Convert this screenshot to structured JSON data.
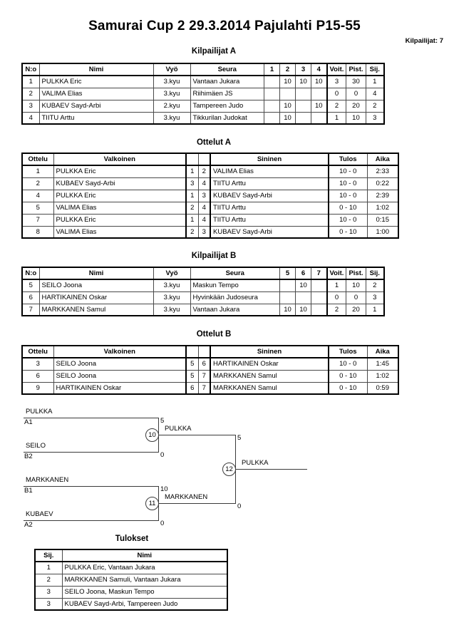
{
  "header": {
    "title": "Samurai Cup 2  29.3.2014  Pajulahti   P15-55",
    "entrant_count_label": "Kilpailijat: 7"
  },
  "pools": [
    {
      "heading": "Kilpailijat A",
      "columns": {
        "number": "N:o",
        "name": "Nimi",
        "belt": "Vyö",
        "club": "Seura",
        "opponents": [
          "1",
          "2",
          "3",
          "4"
        ],
        "wins": "Voit.",
        "points": "Pist.",
        "rank": "Sij."
      },
      "rows": [
        {
          "number": "1",
          "name": "PULKKA Eric",
          "belt": "3.kyu",
          "club": "Vantaan Jukara",
          "scores": [
            "",
            "10",
            "10",
            "10"
          ],
          "wins": "3",
          "points": "30",
          "rank": "1"
        },
        {
          "number": "2",
          "name": "VALIMA Elias",
          "belt": "3.kyu",
          "club": "Riihimäen JS",
          "scores": [
            "",
            "",
            "",
            ""
          ],
          "wins": "0",
          "points": "0",
          "rank": "4"
        },
        {
          "number": "3",
          "name": "KUBAEV Sayd-Arbi",
          "belt": "2.kyu",
          "club": "Tampereen Judo",
          "scores": [
            "",
            "10",
            "",
            "10"
          ],
          "wins": "2",
          "points": "20",
          "rank": "2"
        },
        {
          "number": "4",
          "name": "TIITU Arttu",
          "belt": "3.kyu",
          "club": "Tikkurilan Judokat",
          "scores": [
            "",
            "10",
            "",
            ""
          ],
          "wins": "1",
          "points": "10",
          "rank": "3"
        }
      ]
    },
    {
      "heading": "Kilpailijat B",
      "columns": {
        "number": "N:o",
        "name": "Nimi",
        "belt": "Vyö",
        "club": "Seura",
        "opponents": [
          "5",
          "6",
          "7"
        ],
        "wins": "Voit.",
        "points": "Pist.",
        "rank": "Sij."
      },
      "rows": [
        {
          "number": "5",
          "name": "SEILO Joona",
          "belt": "3.kyu",
          "club": "Maskun Tempo",
          "scores": [
            "",
            "10",
            ""
          ],
          "wins": "1",
          "points": "10",
          "rank": "2"
        },
        {
          "number": "6",
          "name": "HARTIKAINEN Oskar",
          "belt": "3.kyu",
          "club": "Hyvinkään Judoseura",
          "scores": [
            "",
            "",
            ""
          ],
          "wins": "0",
          "points": "0",
          "rank": "3"
        },
        {
          "number": "7",
          "name": "MARKKANEN Samul",
          "belt": "3.kyu",
          "club": "Vantaan Jukara",
          "scores": [
            "10",
            "10",
            ""
          ],
          "wins": "2",
          "points": "20",
          "rank": "1"
        }
      ]
    }
  ],
  "matches": [
    {
      "heading": "Ottelut A",
      "columns": {
        "match": "Ottelu",
        "white": "Valkoinen",
        "blue": "Sininen",
        "result": "Tulos",
        "time": "Aika"
      },
      "rows": [
        {
          "match": "1",
          "white": "PULKKA Eric",
          "white_no": "1",
          "blue_no": "2",
          "blue": "VALIMA Elias",
          "result": "10 - 0",
          "time": "2:33"
        },
        {
          "match": "2",
          "white": "KUBAEV Sayd-Arbi",
          "white_no": "3",
          "blue_no": "4",
          "blue": "TIITU Arttu",
          "result": "10 - 0",
          "time": "0:22"
        },
        {
          "match": "4",
          "white": "PULKKA Eric",
          "white_no": "1",
          "blue_no": "3",
          "blue": "KUBAEV Sayd-Arbi",
          "result": "10 - 0",
          "time": "2:39"
        },
        {
          "match": "5",
          "white": "VALIMA Elias",
          "white_no": "2",
          "blue_no": "4",
          "blue": "TIITU Arttu",
          "result": "0 - 10",
          "time": "1:02"
        },
        {
          "match": "7",
          "white": "PULKKA Eric",
          "white_no": "1",
          "blue_no": "4",
          "blue": "TIITU Arttu",
          "result": "10 - 0",
          "time": "0:15"
        },
        {
          "match": "8",
          "white": "VALIMA Elias",
          "white_no": "2",
          "blue_no": "3",
          "blue": "KUBAEV Sayd-Arbi",
          "result": "0 - 10",
          "time": "1:00"
        }
      ]
    },
    {
      "heading": "Ottelut B",
      "columns": {
        "match": "Ottelu",
        "white": "Valkoinen",
        "blue": "Sininen",
        "result": "Tulos",
        "time": "Aika"
      },
      "rows": [
        {
          "match": "3",
          "white": "SEILO Joona",
          "white_no": "5",
          "blue_no": "6",
          "blue": "HARTIKAINEN Oskar",
          "result": "10 - 0",
          "time": "1:45"
        },
        {
          "match": "6",
          "white": "SEILO Joona",
          "white_no": "5",
          "blue_no": "7",
          "blue": "MARKKANEN Samul",
          "result": "0 - 10",
          "time": "1:02"
        },
        {
          "match": "9",
          "white": "HARTIKAINEN Oskar",
          "white_no": "6",
          "blue_no": "7",
          "blue": "MARKKANEN Samul",
          "result": "0 - 10",
          "time": "0:59"
        }
      ]
    }
  ],
  "bracket": {
    "semifinal_top": {
      "match_no": "10",
      "upper_name": "PULKKA",
      "upper_seed": "A1",
      "upper_score": "5",
      "lower_name": "SEILO",
      "lower_seed": "B2",
      "lower_score": "0",
      "winner": "PULKKA"
    },
    "semifinal_bottom": {
      "match_no": "11",
      "upper_name": "MARKKANEN",
      "upper_seed": "B1",
      "upper_score": "10",
      "lower_name": "KUBAEV",
      "lower_seed": "A2",
      "lower_score": "0",
      "winner": "MARKKANEN"
    },
    "final": {
      "match_no": "12",
      "upper_score": "5",
      "lower_score": "0",
      "winner": "PULKKA"
    }
  },
  "results": {
    "heading": "Tulokset",
    "columns": {
      "rank": "Sij.",
      "name": "Nimi"
    },
    "rows": [
      {
        "rank": "1",
        "name": "PULKKA Eric, Vantaan Jukara"
      },
      {
        "rank": "2",
        "name": "MARKKANEN Samuli, Vantaan Jukara"
      },
      {
        "rank": "3",
        "name": "SEILO Joona, Maskun Tempo"
      },
      {
        "rank": "3",
        "name": "KUBAEV Sayd-Arbi, Tampereen Judo"
      }
    ]
  }
}
